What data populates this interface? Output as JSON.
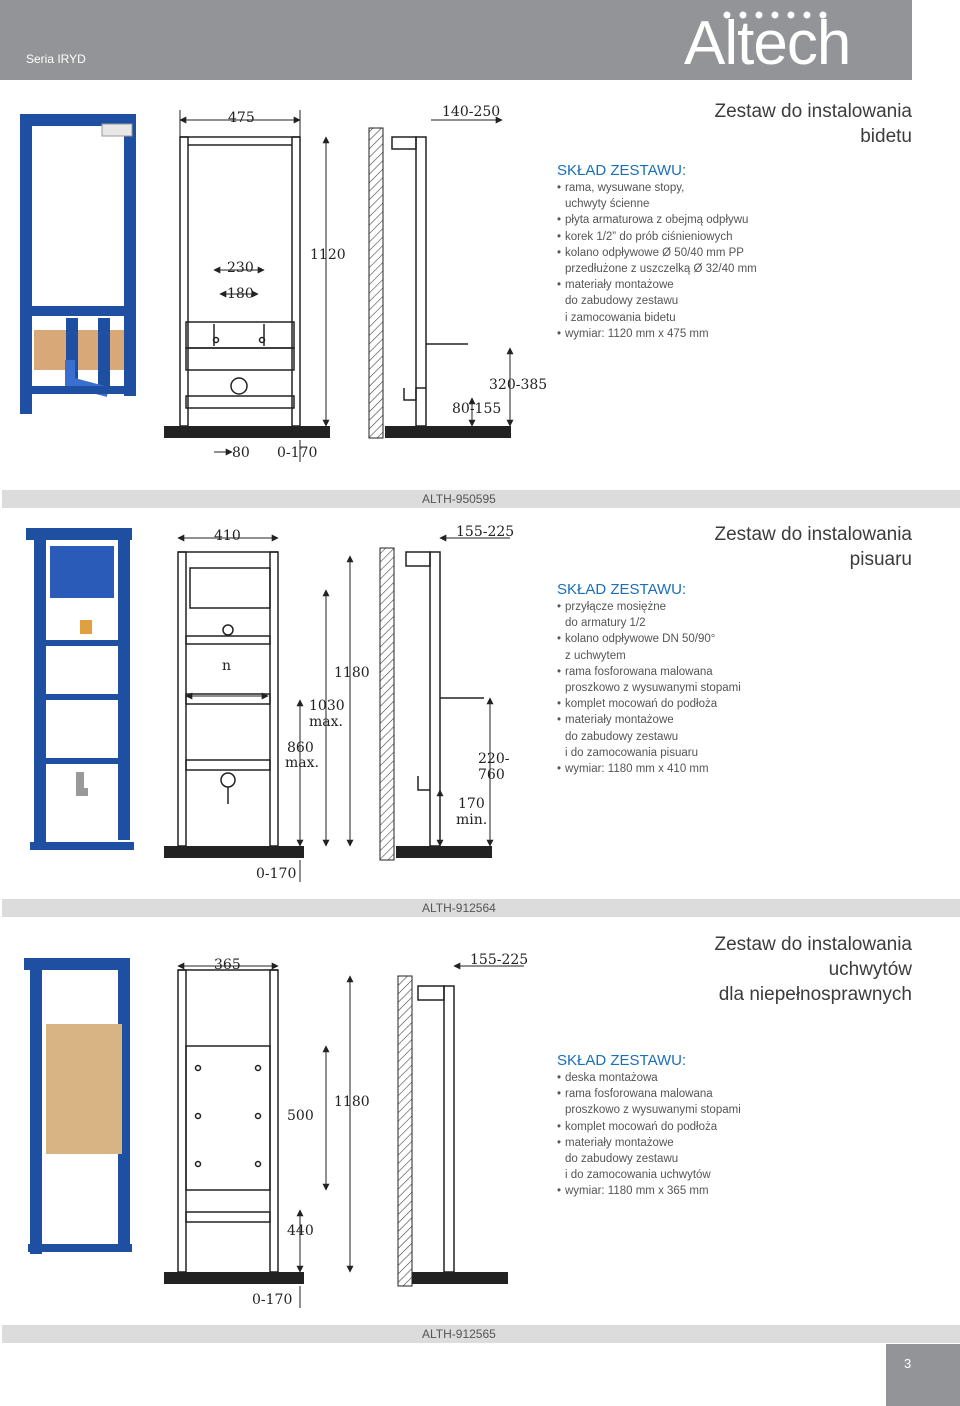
{
  "header": {
    "series": "Seria IRYD",
    "logo": "Altech"
  },
  "sections": [
    {
      "title_lines": [
        "Zestaw  do instalowania",
        "bidetu"
      ],
      "composition_heading": "SKŁAD ZESTAWU:",
      "items": [
        "rama, wysuwane stopy,",
        "uchwyty ścienne",
        "płyta armaturowa z obejmą odpływu",
        "korek 1/2” do prób ciśnieniowych",
        "kolano odpływowe Ø 50/40 mm PP",
        "przedłużone z uszczelką Ø 32/40 mm",
        "materiały montażowe",
        "do zabudowy zestawu",
        "i zamocowania bidetu",
        "wymiar: 1120 mm x 475 mm"
      ],
      "dims": [
        "475",
        "140-250",
        "1120",
        "230",
        "180",
        "320-385",
        "80-155",
        "80",
        "0-170"
      ],
      "code": "ALTH-950595"
    },
    {
      "title_lines": [
        "Zestaw  do instalowania",
        "pisuaru"
      ],
      "composition_heading": "SKŁAD ZESTAWU:",
      "items": [
        "przyłącze mosiężne",
        "do armatury 1/2",
        "kolano odpływowe DN 50/90°",
        "z uchwytem",
        "rama fosforowana malowana",
        "proszkowo z wysuwanymi stopami",
        "komplet mocowań do podłoża",
        "materiały montażowe",
        "do zabudowy zestawu",
        "i do zamocowania pisuaru",
        "wymiar: 1180 mm x 410 mm"
      ],
      "dims": [
        "410",
        "155-225",
        "n",
        "1180",
        "1030",
        "max.",
        "860",
        "max.",
        "220-",
        "760",
        "170",
        "min.",
        "0-170"
      ],
      "code": "ALTH-912564"
    },
    {
      "title_lines": [
        "Zestaw  do instalowania",
        "uchwytów",
        "dla niepełnosprawnych"
      ],
      "composition_heading": "SKŁAD ZESTAWU:",
      "items": [
        "deska montażowa",
        "rama fosforowana malowana",
        "proszkowo z wysuwanymi stopami",
        "komplet mocowań do podłoża",
        "materiały montażowe",
        "do zabudowy zestawu",
        "i do zamocowania uchwytów",
        "wymiar: 1180 mm x 365 mm"
      ],
      "dims": [
        "365",
        "155-225",
        "1180",
        "500",
        "440",
        "0-170"
      ],
      "code": "ALTH-912565"
    }
  ],
  "page_number": "3",
  "colors": {
    "header_gray": "#929497",
    "accent_blue": "#1a6fb8",
    "frame_blue": "#1f4fa0"
  }
}
